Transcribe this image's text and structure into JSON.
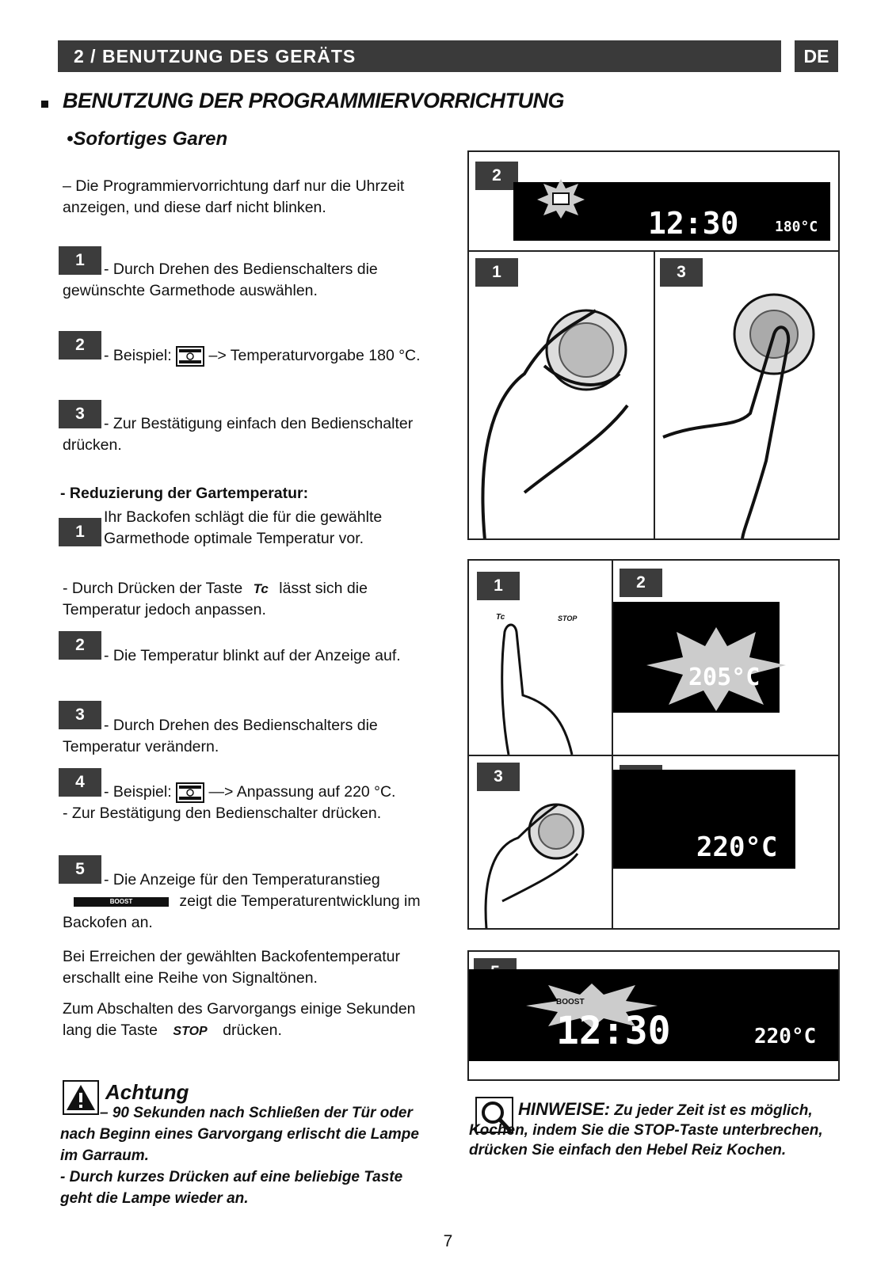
{
  "header": {
    "section": "2 / BENUTZUNG DES GERÄTS",
    "lang": "DE"
  },
  "title": "BENUTZUNG DER PROGRAMMIERVORRICHTUNG",
  "subtitle": "•Sofortiges Garen",
  "intro": "– Die Programmiervorrichtung darf nur die Uhrzeit anzeigen, und diese darf nicht blinken.",
  "steps_a": [
    {
      "num": "1",
      "text": "- Durch Drehen des Bedienschalters die gewünschte Garmethode auswählen."
    },
    {
      "num": "2",
      "text_before": "- Beispiel:",
      "text_after": "–> Temperaturvorgabe 180 °C."
    },
    {
      "num": "3",
      "text": "- Zur Bestätigung einfach den Bedienschalter drücken."
    }
  ],
  "reduce_heading": "- Reduzierung der Gartemperatur:",
  "steps_b": [
    {
      "num": "1",
      "text": "Ihr Backofen schlägt die für die gewählte Garmethode optimale Temperatur vor."
    },
    {
      "text_before": "- Durch Drücken der Taste",
      "text_after": "lässt sich die Temperatur jedoch anpassen."
    },
    {
      "num": "2",
      "text": "- Die Temperatur blinkt auf der Anzeige auf."
    },
    {
      "num": "3",
      "text": "- Durch Drehen des Bedienschalters die Temperatur verändern."
    },
    {
      "num": "4",
      "text_before": "- Beispiel:",
      "text_after": "—> Anpassung auf 220 °C.",
      "text_line2": "- Zur Bestätigung den Bedienschalter drücken."
    },
    {
      "num": "5",
      "text_before": "- Die Anzeige für den Temperaturanstieg",
      "text_after": "zeigt die Temperaturentwicklung im Backofen an."
    }
  ],
  "para_signal": "Bei Erreichen der gewählten Backofentemperatur erschallt eine Reihe von Signaltönen.",
  "para_stop_before": "Zum Abschalten des Garvorgangs einige Sekunden lang die Taste",
  "para_stop_after": "drücken.",
  "icons": {
    "tc": "Tc",
    "stop": "STOP",
    "boost": "BOOST"
  },
  "warning": {
    "head": "Achtung",
    "body1": "– 90 Sekunden nach Schließen der Tür oder nach Beginn eines Garvorgang erlischt die Lampe im Garraum.",
    "body2": "- Durch kurzes Drücken auf eine beliebige Taste geht die Lampe wieder an."
  },
  "note": {
    "head": "HINWEISE:",
    "body": "Zu jeder Zeit ist es möglich, Kochen, indem Sie die STOP-Taste unterbrechen, drücken Sie einfach den Hebel Reiz Kochen."
  },
  "figures": {
    "fig1": {
      "labels": [
        "2",
        "1",
        "3"
      ],
      "time": "12:30",
      "temp": "180°C"
    },
    "fig2": {
      "labels": [
        "1",
        "2",
        "3",
        "4"
      ],
      "temp_blink": "205°C",
      "temp_set": "220°C",
      "keys": [
        "Tc",
        "STOP"
      ]
    },
    "fig3": {
      "label": "5",
      "time": "12:30",
      "temp": "220°C",
      "boost": "BOOST"
    }
  },
  "page_number": "7"
}
